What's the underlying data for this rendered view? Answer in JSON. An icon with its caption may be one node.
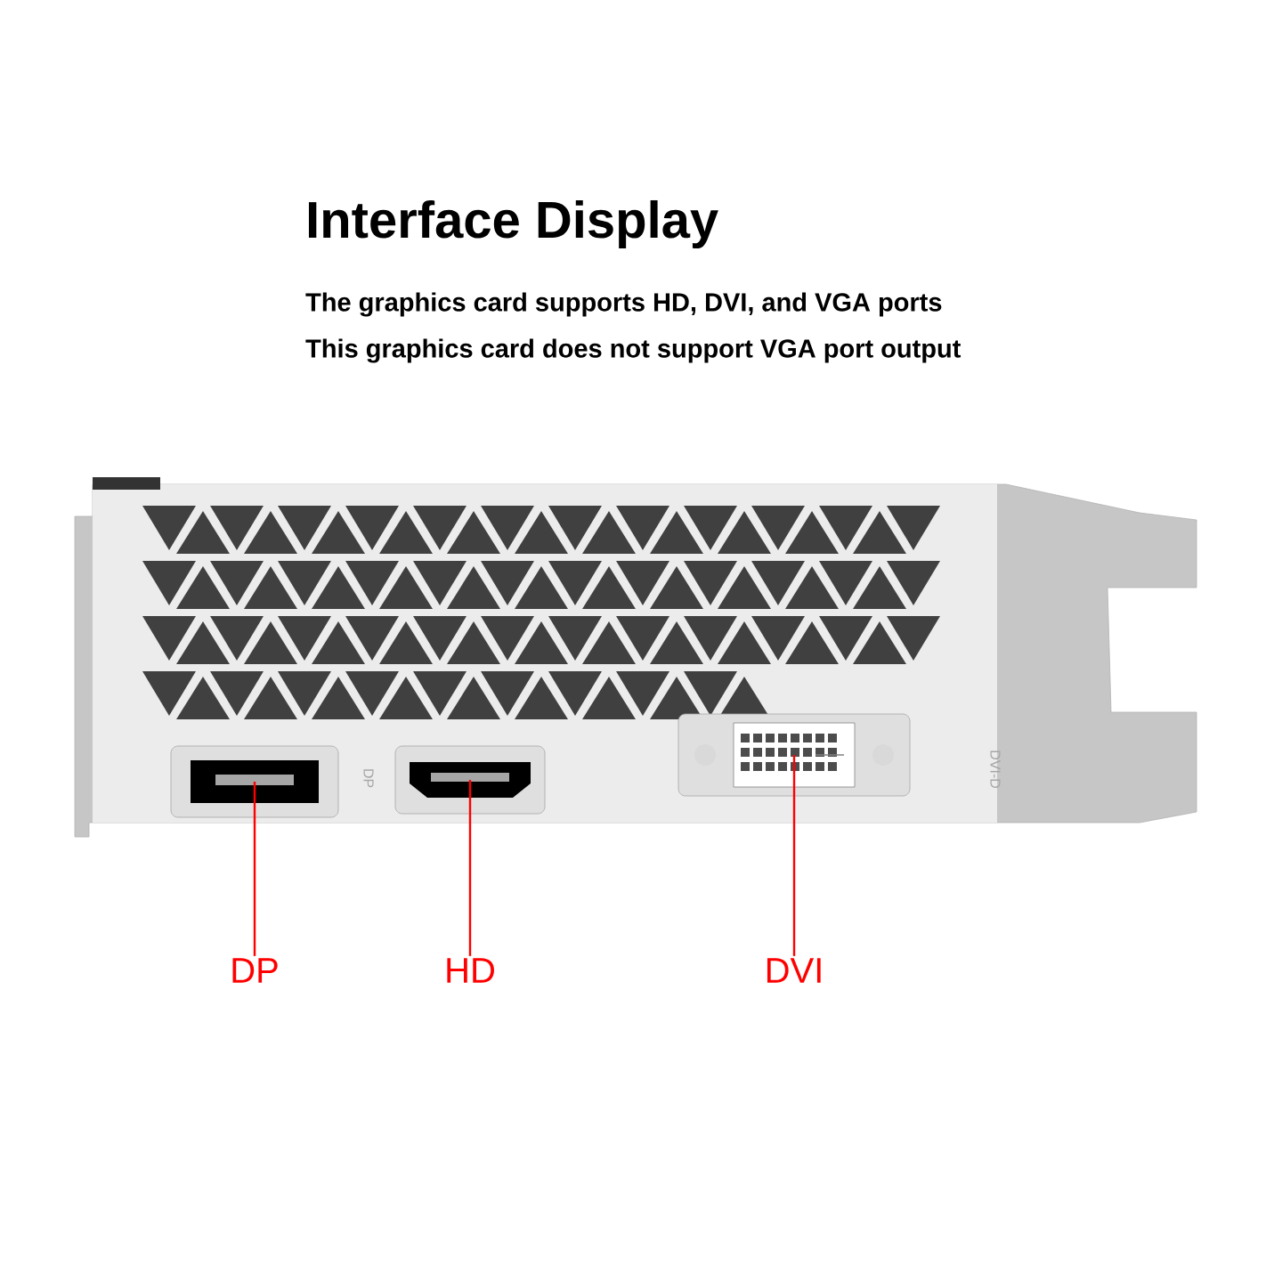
{
  "diagram": {
    "title": "Interface Display",
    "nodes": [
      {
        "text": [
          "DP"
        ]
      },
      {
        "text": [
          "HD"
        ]
      },
      {
        "text": [
          "DVI"
        ]
      },
      {
        "text": [],
        "shape": "picture"
      },
      {
        "text": [],
        "shape": "picture"
      },
      {
        "text": [],
        "shape": "picture"
      }
    ],
    "edges": [
      {
        "from": 0,
        "to": 3,
        "arrow": "none"
      },
      {
        "from": 1,
        "to": 4,
        "arrow": "none"
      },
      {
        "from": 2,
        "to": 5,
        "arrow": "none"
      }
    ],
    "labels": [
      "The graphics card supports HD, DVI, and VGA ports",
      "This graphics card does not support VGA port output",
      "DP",
      "DVI-D"
    ]
  }
}
